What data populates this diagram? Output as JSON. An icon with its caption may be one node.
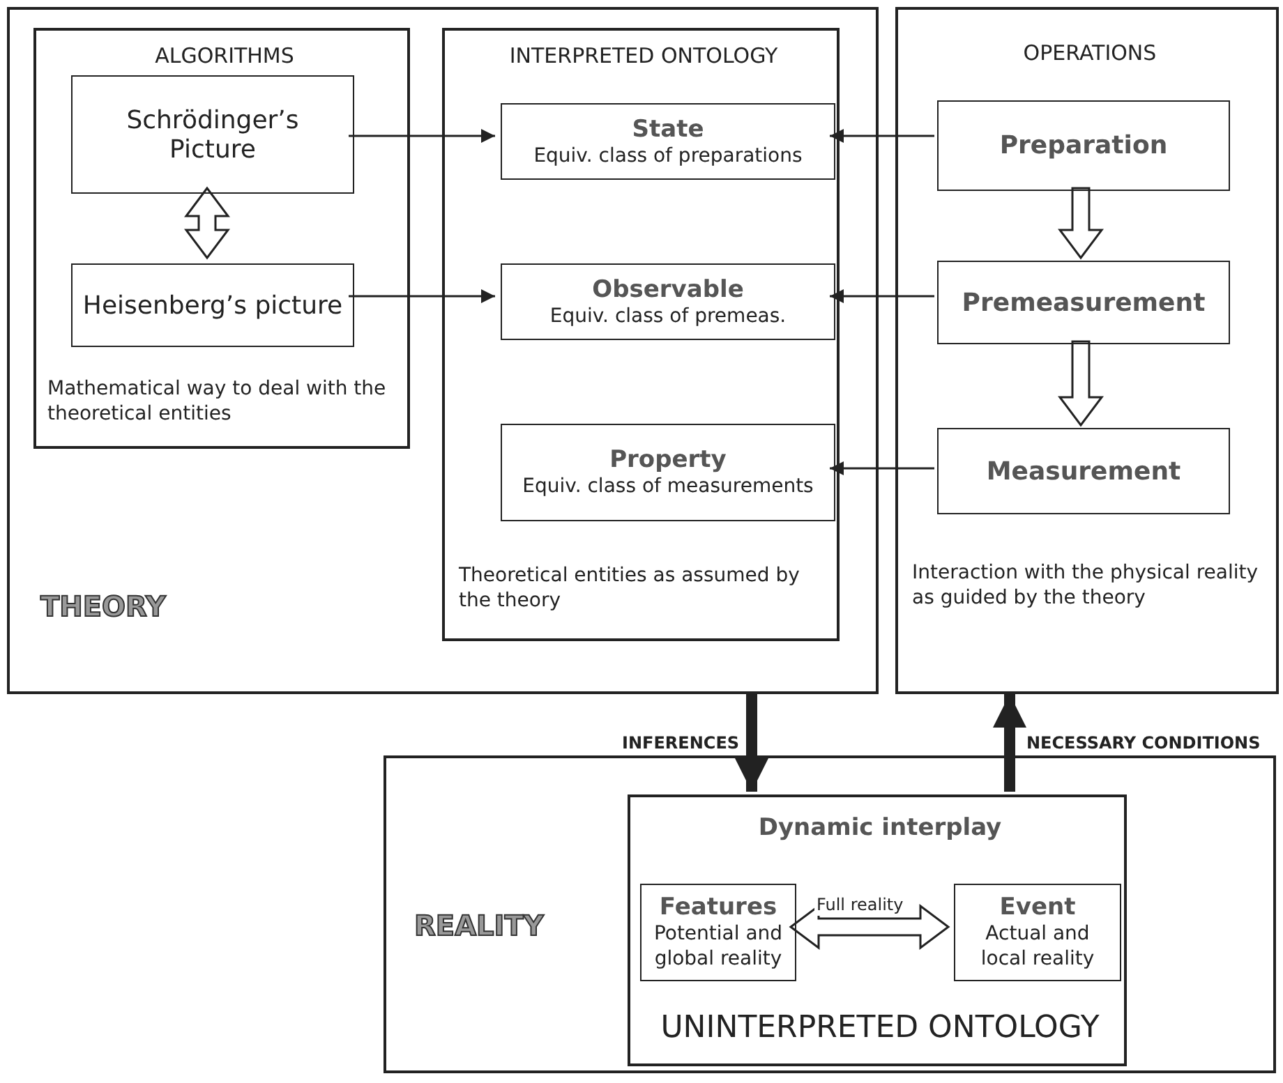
{
  "diagram": {
    "nodes": [
      {
        "text": [
          "THEORY"
        ]
      },
      {
        "text": [
          "ALGORITHMS",
          "Mathematical way to deal with the theoretical entities"
        ],
        "in": 0
      },
      {
        "text": [
          "Schrödinger’s Picture"
        ],
        "in": 1
      },
      {
        "text": [
          "Heisenberg’s picture"
        ],
        "in": 1
      },
      {
        "text": [
          "INTERPRETED ONTOLOGY",
          "Theoretical entities as assumed by the theory"
        ],
        "in": 0
      },
      {
        "text": [
          "State",
          "Equiv. class of preparations"
        ],
        "in": 4
      },
      {
        "text": [
          "Observable",
          "Equiv. class of premeas."
        ],
        "in": 4
      },
      {
        "text": [
          "Property",
          "Equiv. class of measurements"
        ],
        "in": 4
      },
      {
        "text": [
          "OPERATIONS",
          "Interaction with the physical reality as guided by the theory"
        ]
      },
      {
        "text": [
          "Preparation"
        ],
        "in": 8
      },
      {
        "text": [
          "Premeasurement"
        ],
        "in": 8
      },
      {
        "text": [
          "Measurement"
        ],
        "in": 8
      },
      {
        "text": [
          "REALITY"
        ]
      },
      {
        "text": [
          "Dynamic interplay",
          "UNINTERPRETED ONTOLOGY"
        ],
        "in": 12
      },
      {
        "text": [
          "Features",
          "Potential and global reality"
        ],
        "in": 13
      },
      {
        "text": [
          "Event",
          "Actual and local reality"
        ],
        "in": 13
      }
    ],
    "edges": [
      {
        "from": 2,
        "to": 5,
        "arrow": "to"
      },
      {
        "from": 2,
        "to": 3,
        "arrow": "both"
      },
      {
        "from": 3,
        "to": 6,
        "arrow": "to"
      },
      {
        "from": 9,
        "to": 5,
        "arrow": "to"
      },
      {
        "from": 9,
        "to": 10,
        "arrow": "to"
      },
      {
        "from": 10,
        "to": 6,
        "arrow": "to"
      },
      {
        "from": 10,
        "to": 11,
        "arrow": "to"
      },
      {
        "from": 11,
        "to": 7,
        "arrow": "to"
      },
      {
        "from": 0,
        "to": 13,
        "arrow": "to",
        "label": "INFERENCES",
        "style": "thick"
      },
      {
        "from": 13,
        "to": 8,
        "arrow": "to",
        "label": "NECESSARY CONDITIONS",
        "style": "thick"
      },
      {
        "from": 14,
        "to": 15,
        "arrow": "both",
        "label": "Full reality"
      }
    ]
  }
}
